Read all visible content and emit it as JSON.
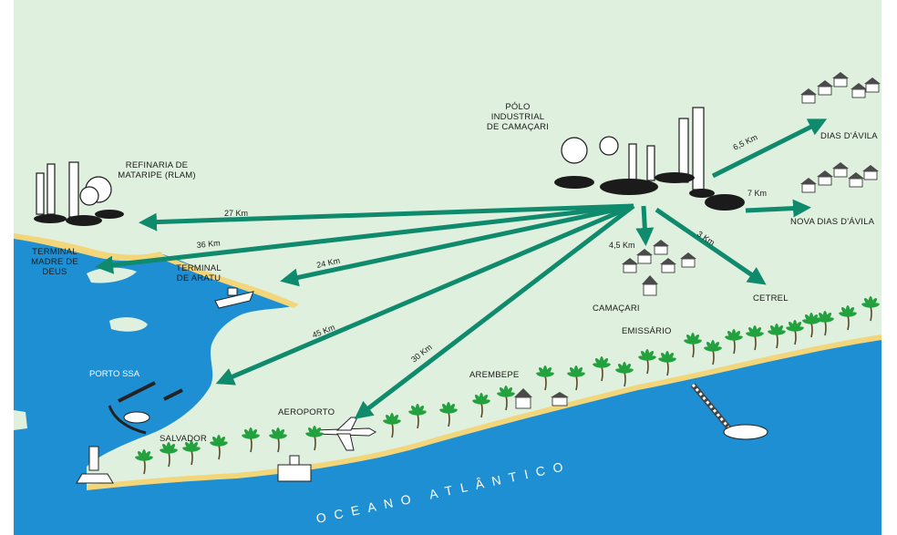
{
  "places": {
    "refinaria": "REFINARIA DE\nMATARIPE (RLAM)",
    "polo": "PÓLO\nINDUSTRIAL\nDE CAMAÇARI",
    "dias_davila": "DIAS D'ÁVILA",
    "nova_dias_davila": "NOVA DIAS D'ÁVILA",
    "terminal_madre": "TERMINAL\nMADRE DE\nDEUS",
    "terminal_aratu": "TERMINAL\nDE ARATU",
    "camacari": "CAMAÇARI",
    "cetrel": "CETREL",
    "porto_ssa": "PORTO SSA",
    "salvador": "SALVADOR",
    "aeroporto": "AEROPORTO",
    "arembepe": "AREMBEPE",
    "emissario": "EMISSÁRIO",
    "ocean": "OCEANO ATLÂNTICO"
  },
  "distances": {
    "refinaria": "27 Km",
    "madre_deus": "36 Km",
    "aratu": "24 Km",
    "salvador": "45 Km",
    "aeroporto": "30 Km",
    "camacari": "4,5 Km",
    "cetrel": "3 Km",
    "dias_davila": "6,5 Km",
    "nova_dias_davila": "7 Km"
  },
  "colors": {
    "land": "#dff0de",
    "sea": "#1e8fd2",
    "beach": "#f3d57a",
    "arrow": "#0f8a6c",
    "palm": "#23a13e"
  }
}
